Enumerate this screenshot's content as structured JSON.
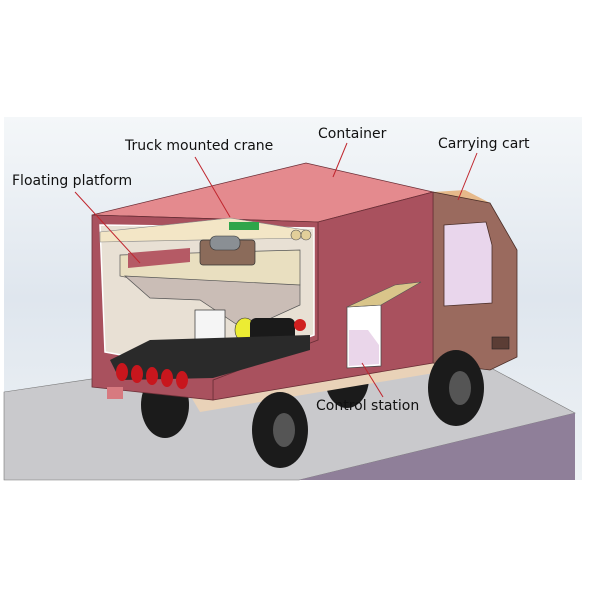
{
  "labels": {
    "floating_platform": "Floating platform",
    "truck_mounted_crane": "Truck mounted crane",
    "container": "Container",
    "carrying_cart": "Carrying cart",
    "control_station": "Control station"
  },
  "colors": {
    "container": "#a9515e",
    "container_top": "#e48a8e",
    "cab": "#9a6a5e",
    "leader": "#c0262e",
    "ground": "#c9c9cc",
    "ground_side": "#8f7f99"
  }
}
